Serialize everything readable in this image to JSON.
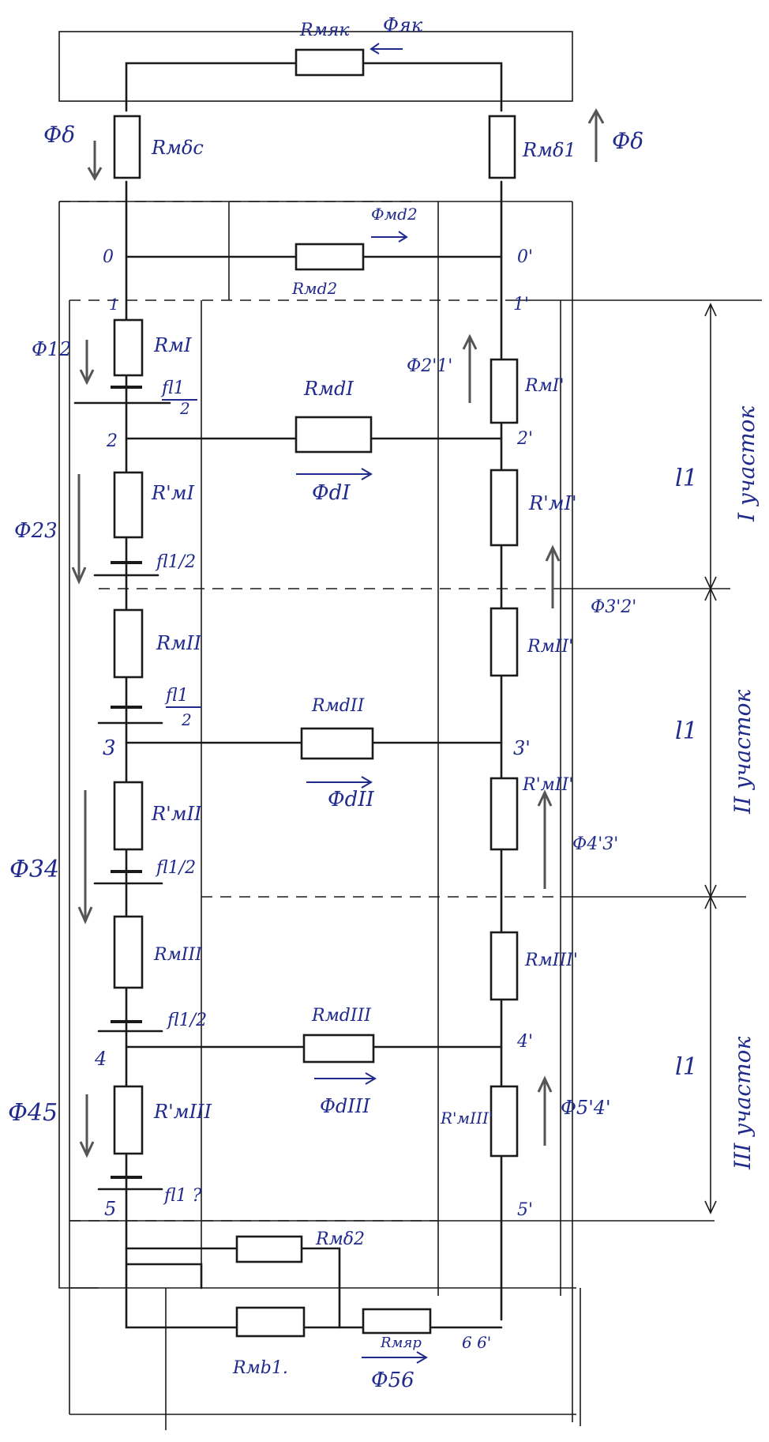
{
  "labels": {
    "r_yak": "Rмяк",
    "f_yak": "Фяк",
    "f_delta_left": "Фδ",
    "f_delta_right": "Фδ",
    "r_delta_left": "Rмδс",
    "r_delta_right": "Rмδ1",
    "f_md2": "Фмd2",
    "r_md2": "Rмd2",
    "node_0": "0",
    "node_0p": "0'",
    "node_1": "1",
    "node_1p": "1'",
    "f12": "Ф12",
    "r_m1": "RмI",
    "fl1": "fl1",
    "fl1_den": "2",
    "r_md1": "RмdI",
    "f21": "Ф2'1'",
    "r_m1p": "RмI'",
    "node_2": "2",
    "node_2p": "2'",
    "r_m1pp": "R'мI",
    "f_d1": "ФdI",
    "r_m1ppp": "R'мI'",
    "f23": "Ф23",
    "fl1_2a": "fl1/2",
    "f32": "Ф3'2'",
    "r_m2": "RмII",
    "r_m2p": "RмII'",
    "fl1b": "fl1",
    "fl1b_den": "2",
    "r_md2b": "RмdII",
    "node_3": "3",
    "node_3p": "3'",
    "r_m2pp": "R'мII",
    "f_d2": "ФdII",
    "r_m2ppp": "R'мII'",
    "f43": "Ф4'3'",
    "f34": "Ф34",
    "fl1_2b": "fl1/2",
    "r_m3": "RмIII",
    "r_m3p": "RмIII'",
    "fl1_2c": "fl1/2",
    "r_md3": "RмdIII",
    "node_4": "4",
    "node_4p": "4'",
    "f_d3": "ФdIII",
    "f45": "Ф45",
    "r_m3pp": "R'мIII",
    "r_m3ppp": "R'мIII'",
    "f54": "Ф5'4'",
    "fl1_2d": "fl1 ?",
    "node_5": "5",
    "node_5p": "5'",
    "r_md2bot": "Rмδ2",
    "r_mb1": "Rмb1.",
    "r_myar": "Rмяр",
    "node_66": "6 6'",
    "f56": "Ф56",
    "l1_a": "l1",
    "l1_b": "l1",
    "l1_c": "l1",
    "sec1": "I участок",
    "sec2": "II участок",
    "sec3": "III участок"
  },
  "colors": {
    "ink": "#1f2a8c",
    "line": "#1a1a1a"
  }
}
